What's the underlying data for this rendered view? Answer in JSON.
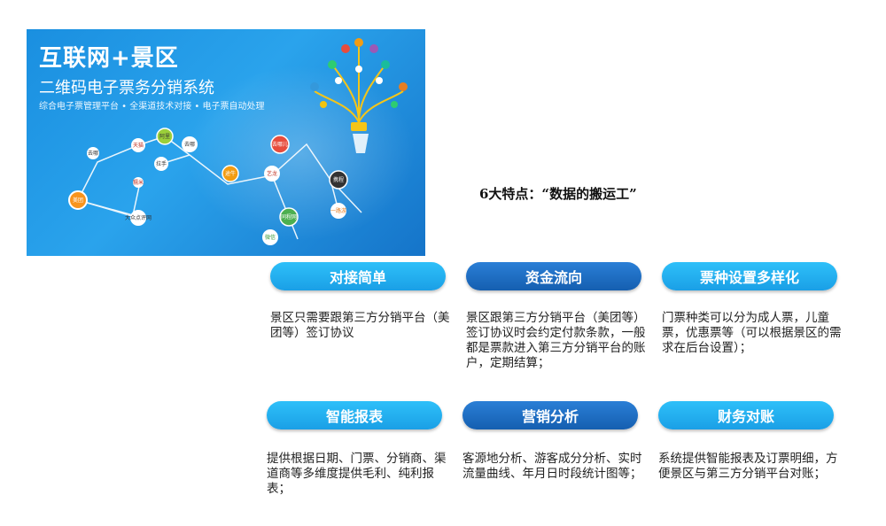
{
  "banner": {
    "title": "互联网+景区",
    "subtitle": "二维码电子票务分销系统",
    "tagline": "综合电子票管理平台 • 全渠道技术对接 • 电子票自动处理",
    "nodes": [
      "美团",
      "天猫",
      "阿里",
      "去哪",
      "携程",
      "途牛",
      "艺龙",
      "同程网",
      "一路游",
      "大众点评网",
      "微信",
      "去哪儿",
      "驴妈妈",
      "拉手",
      "糯米"
    ]
  },
  "features_title": "6大特点：“数据的搬运工”",
  "features": [
    {
      "label": "对接简单",
      "desc": "景区只需要跟第三方分销平台（美团等）签订协议"
    },
    {
      "label": "资金流向",
      "desc": "景区跟第三方分销平台（美团等）签订协议时会约定付款条款，一般都是票款进入第三方分销平台的账户，定期结算；"
    },
    {
      "label": "票种设置多样化",
      "desc": "门票种类可以分为成人票，儿童票，优惠票等（可以根据景区的需求在后台设置）；"
    },
    {
      "label": "智能报表",
      "desc": "提供根据日期、门票、分销商、渠道商等多维度提供毛利、纯利报表；"
    },
    {
      "label": "营销分析",
      "desc": "客源地分析、游客成分分析、实时流量曲线、年月日时段统计图等；"
    },
    {
      "label": "财务对账",
      "desc": "系统提供智能报表及订票明细，方便景区与第三方分销平台对账；"
    }
  ],
  "colors": {
    "pill_light": "#1fb0f2",
    "pill_dark": "#1a6fc4",
    "banner": "#1e8fe0"
  }
}
